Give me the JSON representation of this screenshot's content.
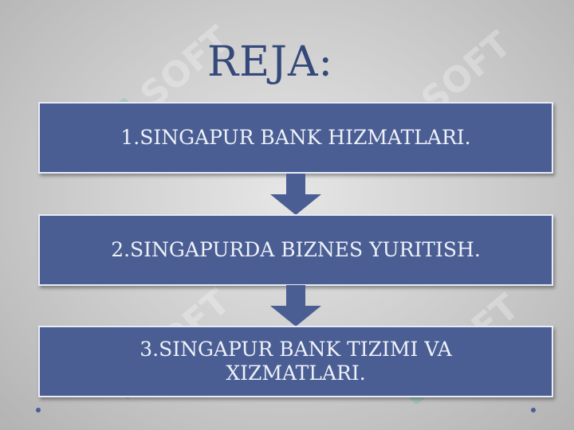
{
  "slide": {
    "title": "REJA:",
    "items": [
      "1.SINGAPUR BANK HIZMATLARI.",
      "2.SINGAPURDA BIZNES YURITISH.",
      "3.SINGAPUR BANK TIZIMI VA XIZMATLARI."
    ],
    "watermark_text": "SOFT",
    "colors": {
      "box_fill": "#4a5e94",
      "title": "#34497a",
      "watermark": "#5fb89a"
    }
  }
}
